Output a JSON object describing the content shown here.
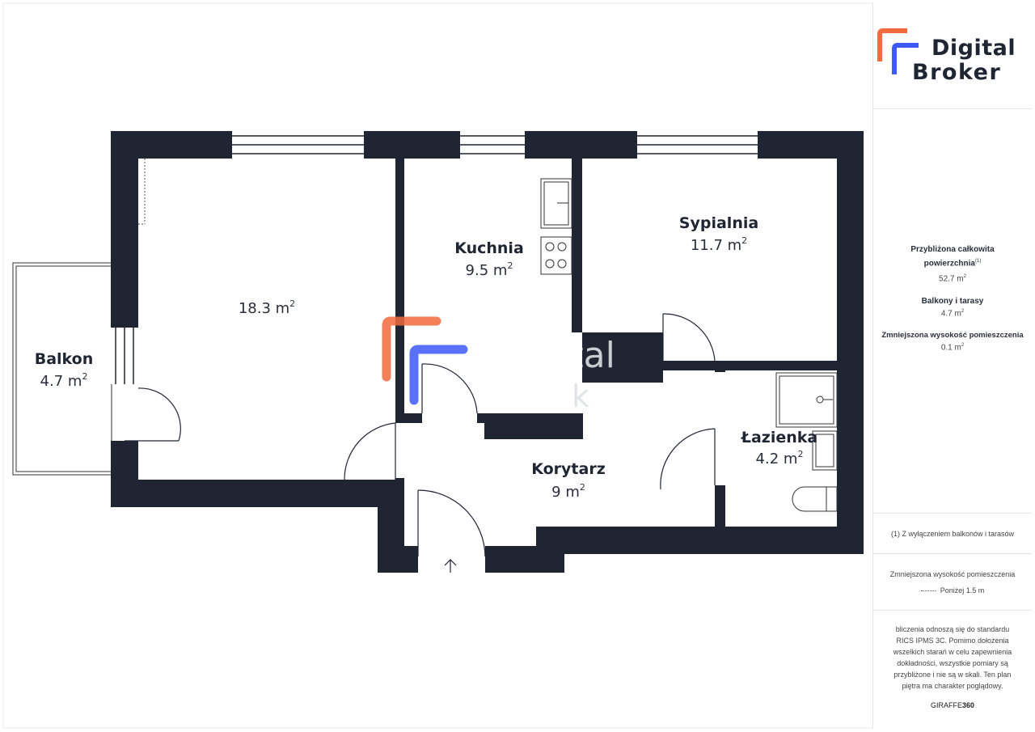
{
  "logo": {
    "line1": "Digital",
    "line2": "Broker",
    "colors": {
      "orange": "#f26a3d",
      "blue": "#3d5afe",
      "dark": "#1f2533"
    }
  },
  "watermark": {
    "text": "igital",
    "text2": "k"
  },
  "rooms": [
    {
      "id": "living",
      "name": "",
      "area": "18.3 m",
      "sup": "2"
    },
    {
      "id": "kitchen",
      "name": "Kuchnia",
      "area": "9.5 m",
      "sup": "2"
    },
    {
      "id": "bedroom",
      "name": "Sypialnia",
      "area": "11.7 m",
      "sup": "2"
    },
    {
      "id": "balcony",
      "name": "Balkon",
      "area": "4.7 m",
      "sup": "2"
    },
    {
      "id": "corridor",
      "name": "Korytarz",
      "area": "9 m",
      "sup": "2"
    },
    {
      "id": "bathroom",
      "name": "Łazienka",
      "area": "4.2 m",
      "sup": "2"
    }
  ],
  "summary": {
    "total_label_1": "Przybliżona całkowita",
    "total_label_2": "powierzchnia",
    "total_mark": "(1)",
    "total_value": "52.7 m",
    "balcony_label": "Balkony i tarasy",
    "balcony_value": "4.7 m",
    "reduced_label": "Zmniejszona wysokość pomieszczenia",
    "reduced_value": "0.1 m",
    "unit_sup": "2"
  },
  "footnote": "(1) Z wyłączeniem balkonów i tarasów",
  "legend": {
    "title": "Zmniejszona wysokość pomieszczenia",
    "item": "Poniżej 1.5 m"
  },
  "disclaimer": [
    "bliczenia odnoszą się do standardu",
    "RICS IPMS 3C. Pomimo dołożenia",
    "wszelkich starań w celu zapewnienia",
    "dokładności, wszystkie pomiary są",
    "przybliżone i nie są w skali. Ten plan",
    "piętra ma charakter poglądowy."
  ],
  "brand": {
    "part1": "GIRAFFE",
    "part2": "360"
  },
  "plan_colors": {
    "wall": "#1f2533",
    "window_line": "#1f2533",
    "background": "#ffffff"
  }
}
